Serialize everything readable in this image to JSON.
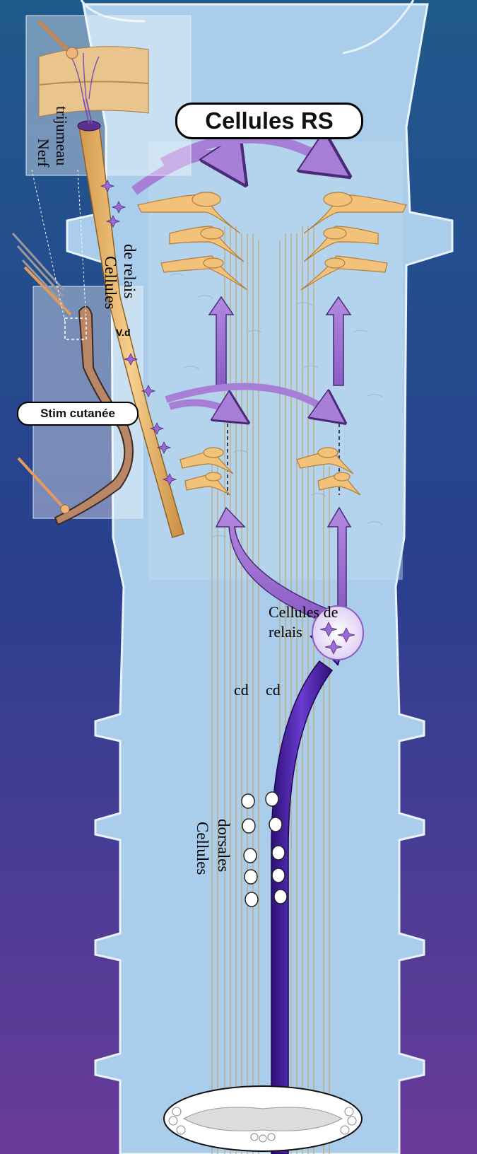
{
  "labels": {
    "cellules_rs": "Cellules RS",
    "nerf_trijumeau_1": "Nerf",
    "nerf_trijumeau_2": "trijumeau",
    "cellules_de_relais_vert_1": "Cellules",
    "cellules_de_relais_vert_2": "de relais",
    "v_d": "V.d",
    "stim_cutanee": "Stim cutanée",
    "cellules_de_relais_1": "Cellules de",
    "cellules_de_relais_2": "relais",
    "cd_left": "cd",
    "cd_right": "cd",
    "cellules_dorsales_1": "Cellules",
    "cellules_dorsales_2": "dorsales"
  },
  "colors": {
    "background_top": "#1f5a8c",
    "background_bottom": "#6a3a9a",
    "spinal_body": "#a9cdea",
    "neuron_fill": "#f2c27a",
    "arrow_purple": "#a77fd6",
    "dorsal_tract": "#4a1da0",
    "label_text": "#000000"
  }
}
